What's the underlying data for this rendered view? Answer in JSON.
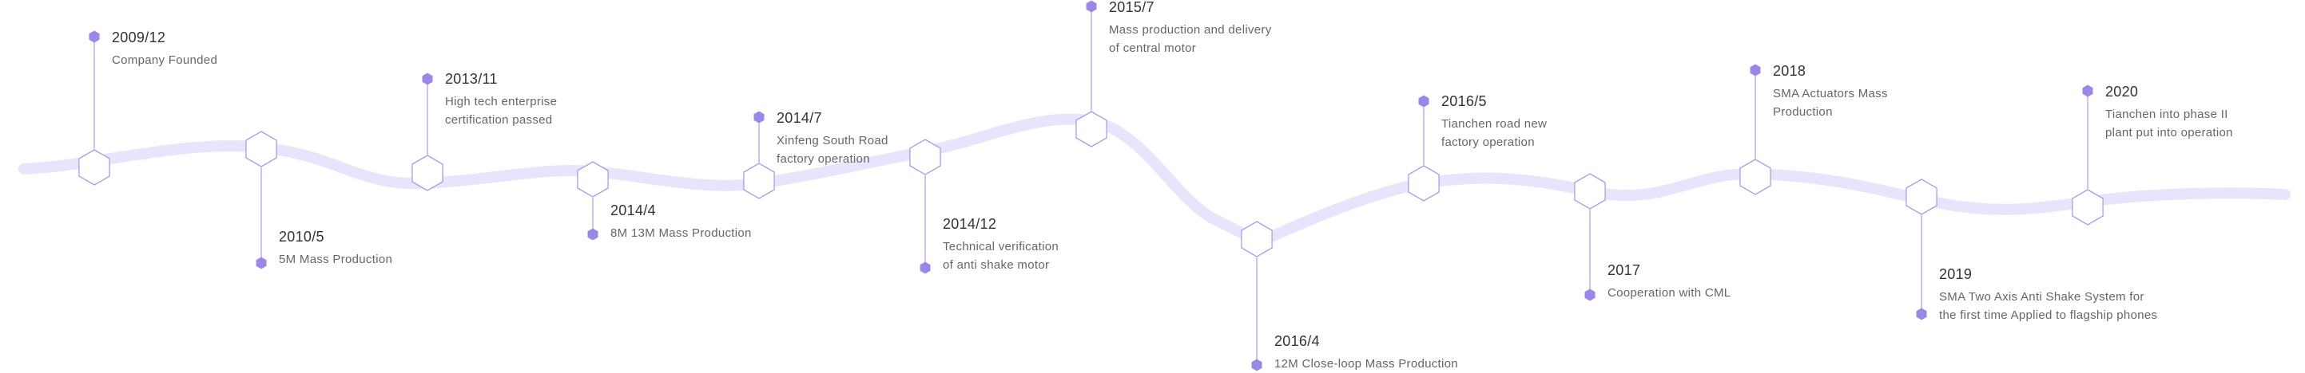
{
  "colors": {
    "accent": "#9b87e8",
    "wave": "#e9e4fb",
    "hexagon_stroke": "#a99be9",
    "year_text": "#333333",
    "desc_text": "#666666"
  },
  "milestones": [
    {
      "date": "2009/12",
      "text": "Company Founded",
      "side": "top"
    },
    {
      "date": "2010/5",
      "text": "5M Mass Production",
      "side": "bottom"
    },
    {
      "date": "2013/11",
      "text": "High tech enterprise\ncertification passed",
      "side": "top"
    },
    {
      "date": "2014/4",
      "text": "8M 13M Mass Production",
      "side": "bottom"
    },
    {
      "date": "2014/7",
      "text": "Xinfeng South Road\nfactory operation",
      "side": "top"
    },
    {
      "date": "2014/12",
      "text": "Technical verification\nof anti shake motor",
      "side": "bottom"
    },
    {
      "date": "2015/7",
      "text": "Mass production and delivery\nof central motor",
      "side": "top"
    },
    {
      "date": "2016/4",
      "text": "12M Close-loop Mass Production",
      "side": "bottom"
    },
    {
      "date": "2016/5",
      "text": "Tianchen road new\nfactory operation",
      "side": "top"
    },
    {
      "date": "2017",
      "text": "Cooperation with CML",
      "side": "bottom"
    },
    {
      "date": "2018",
      "text": "SMA Actuators Mass\nProduction",
      "side": "top"
    },
    {
      "date": "2019",
      "text": "SMA Two Axis Anti Shake System for\nthe first time Applied to flagship phones",
      "side": "bottom"
    },
    {
      "date": "2020",
      "text": "Tianchen into phase II\nplant put into operation",
      "side": "top"
    }
  ]
}
